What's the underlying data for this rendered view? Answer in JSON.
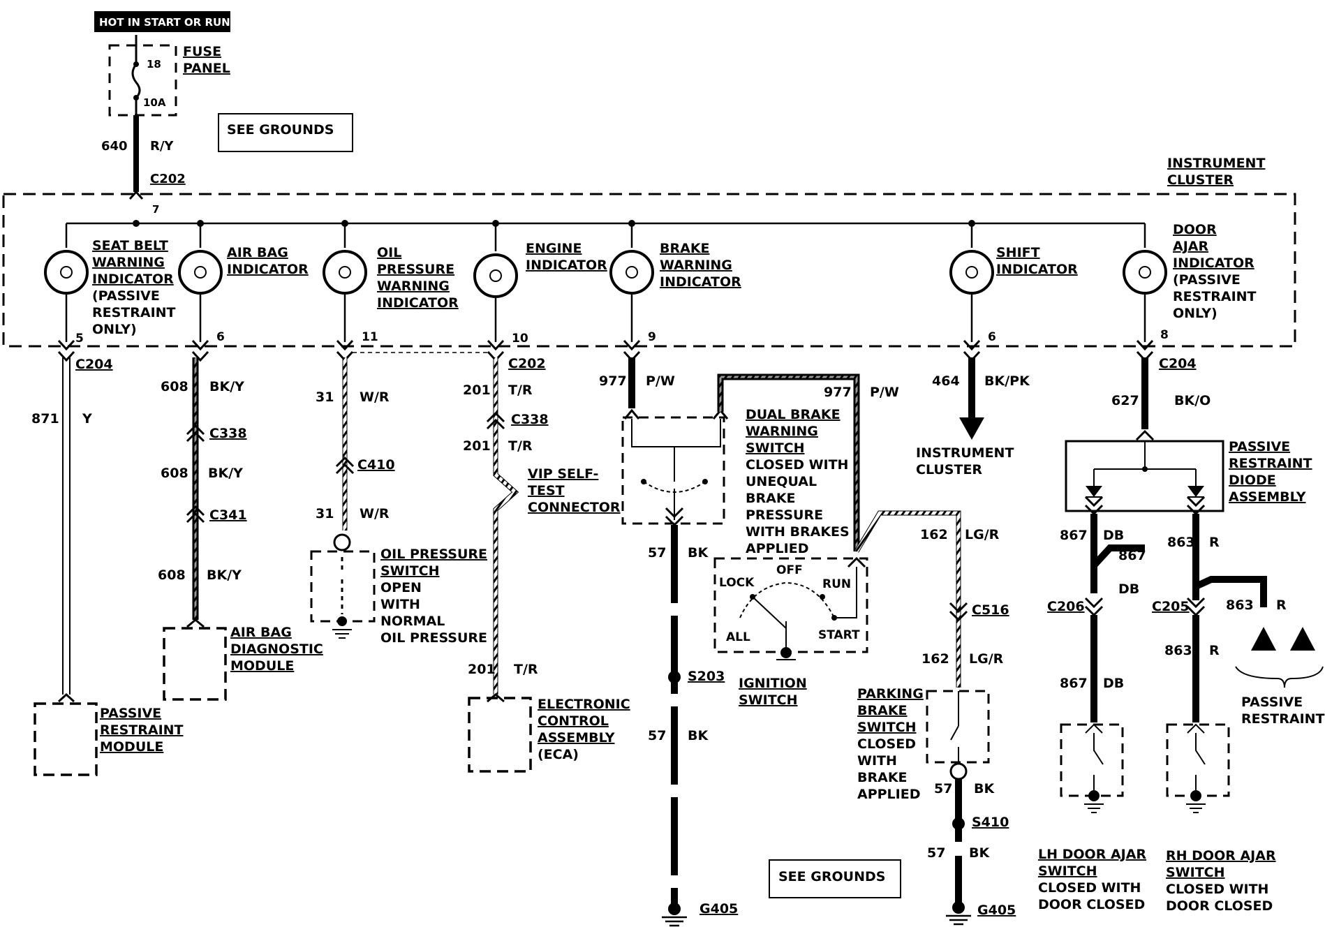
{
  "header": {
    "hot_label": "HOT IN START OR RUN"
  },
  "fuse": {
    "number": "18",
    "rating": "10A",
    "label_line1": "FUSE",
    "label_line2": "PANEL"
  },
  "see_grounds": {
    "top": "SEE GROUNDS",
    "bottom": "SEE GROUNDS"
  },
  "feed": {
    "circuit": "640",
    "color": "R/Y",
    "connector": "C202",
    "pin": "7"
  },
  "cluster": {
    "line1": "INSTRUMENT",
    "line2": "CLUSTER"
  },
  "indicators": {
    "seatbelt": {
      "lines": [
        "SEAT BELT",
        "WARNING",
        "INDICATOR",
        "(PASSIVE",
        "RESTRAINT",
        "ONLY)"
      ],
      "pin": "5",
      "connector": "C204",
      "circuit": "871",
      "color": "Y"
    },
    "airbag": {
      "lines": [
        "AIR BAG",
        "INDICATOR"
      ],
      "pin": "6",
      "circuit": "608",
      "color": "BK/Y",
      "conn1": "C338",
      "conn2": "C341"
    },
    "oil": {
      "lines": [
        "OIL",
        "PRESSURE",
        "WARNING",
        "INDICATOR"
      ],
      "pin": "11",
      "circuit": "31",
      "color": "W/R",
      "conn": "C410"
    },
    "engine": {
      "lines": [
        "ENGINE",
        "INDICATOR"
      ],
      "pin": "10",
      "connector": "C202",
      "circuit": "201",
      "color": "T/R",
      "conn2": "C338"
    },
    "brake": {
      "lines": [
        "BRAKE",
        "WARNING",
        "INDICATOR"
      ],
      "pin": "9",
      "circuit": "977",
      "color": "P/W"
    },
    "shift": {
      "lines": [
        "SHIFT",
        "INDICATOR"
      ],
      "pin": "6",
      "circuit": "464",
      "color": "BK/PK"
    },
    "door": {
      "lines": [
        "DOOR",
        "AJAR",
        "INDICATOR",
        "(PASSIVE",
        "RESTRAINT",
        "ONLY)"
      ],
      "pin": "8",
      "connector": "C204",
      "circuit": "627",
      "color": "BK/O"
    }
  },
  "components": {
    "passive_module": [
      "PASSIVE",
      "RESTRAINT",
      "MODULE"
    ],
    "airbag_module": [
      "AIR BAG",
      "DIAGNOSTIC",
      "MODULE"
    ],
    "oil_switch": [
      "OIL PRESSURE",
      "SWITCH",
      "OPEN",
      "WITH",
      "NORMAL",
      "OIL PRESSURE"
    ],
    "vip": [
      "VIP SELF-",
      "TEST",
      "CONNECTOR"
    ],
    "eca": [
      "ELECTRONIC",
      "CONTROL",
      "ASSEMBLY",
      "(ECA)"
    ],
    "dual_brake": [
      "DUAL BRAKE",
      "WARNING",
      "SWITCH",
      "CLOSED WITH",
      "UNEQUAL",
      "BRAKE",
      "PRESSURE",
      "WITH BRAKES",
      "APPLIED"
    ],
    "instrument_cluster2": [
      "INSTRUMENT",
      "CLUSTER"
    ],
    "ignition": {
      "lock": "LOCK",
      "off": "OFF",
      "run": "RUN",
      "all": "ALL",
      "start": "START",
      "label": [
        "IGNITION",
        "SWITCH"
      ]
    },
    "parking": [
      "PARKING",
      "BRAKE",
      "SWITCH",
      "CLOSED",
      "WITH",
      "BRAKE",
      "APPLIED"
    ],
    "diode": [
      "PASSIVE",
      "RESTRAINT",
      "DIODE",
      "ASSEMBLY"
    ],
    "lh_door": [
      "LH DOOR AJAR",
      "SWITCH",
      "CLOSED WITH",
      "DOOR CLOSED"
    ],
    "rh_door": [
      "RH DOOR AJAR",
      "SWITCH",
      "CLOSED WITH",
      "DOOR CLOSED"
    ],
    "passive_restraint": [
      "PASSIVE",
      "RESTRAINT"
    ]
  },
  "wires": {
    "w201b": "201",
    "tr_b": "T/R",
    "w201c": "201",
    "tr_c": "T/R",
    "w608b": "608",
    "bky_b": "BK/Y",
    "w608c": "608",
    "bky_c": "BK/Y",
    "w31b": "31",
    "wr_b": "W/R",
    "w977b": "977",
    "pw_b": "P/W",
    "w57a": "57",
    "bk_a": "BK",
    "s203": "S203",
    "w57b": "57",
    "bk_b": "BK",
    "g405a": "G405",
    "w162a": "162",
    "lgr_a": "LG/R",
    "c516": "C516",
    "w162b": "162",
    "lgr_b": "LG/R",
    "w57c": "57",
    "bk_c": "BK",
    "s410": "S410",
    "w57d": "57",
    "bk_d": "BK",
    "g405b": "G405",
    "w867a": "867",
    "db_a": "DB",
    "w867b": "867",
    "db_b": "DB",
    "c206": "C206",
    "w867c": "867",
    "db_c": "DB",
    "w863a": "863",
    "r_a": "R",
    "c205": "C205",
    "w863b": "863",
    "r_b": "R",
    "w863c": "863",
    "r_c": "R"
  }
}
